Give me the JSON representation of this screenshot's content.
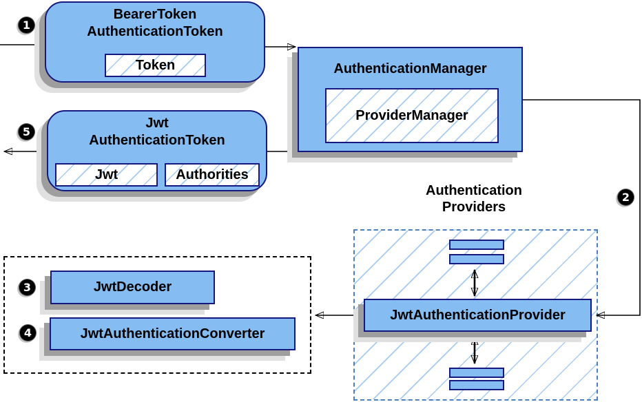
{
  "colors": {
    "node_fill": "#85BDF2",
    "node_border": "#15187F",
    "hatch_line": "#A5CBF2",
    "shadow_dark": "#9E9E9E",
    "shadow_light": "#E0E0E0",
    "providers_border": "#4A80C0",
    "connector": "#000000"
  },
  "steps": [
    "1",
    "2",
    "3",
    "4",
    "5"
  ],
  "nodes": {
    "bearer_token": {
      "line1": "BearerToken",
      "line2": "AuthenticationToken",
      "token": "Token"
    },
    "authentication_manager": {
      "title": "AuthenticationManager",
      "provider_manager": "ProviderManager"
    },
    "jwt_authentication_token": {
      "line1": "Jwt",
      "line2": "AuthenticationToken",
      "jwt": "Jwt",
      "authorities": "Authorities"
    },
    "authentication_providers": {
      "label_line1": "Authentication",
      "label_line2": "Providers",
      "provider": "JwtAuthenticationProvider"
    },
    "converters": {
      "decoder": "JwtDecoder",
      "converter": "JwtAuthenticationConverter"
    }
  }
}
